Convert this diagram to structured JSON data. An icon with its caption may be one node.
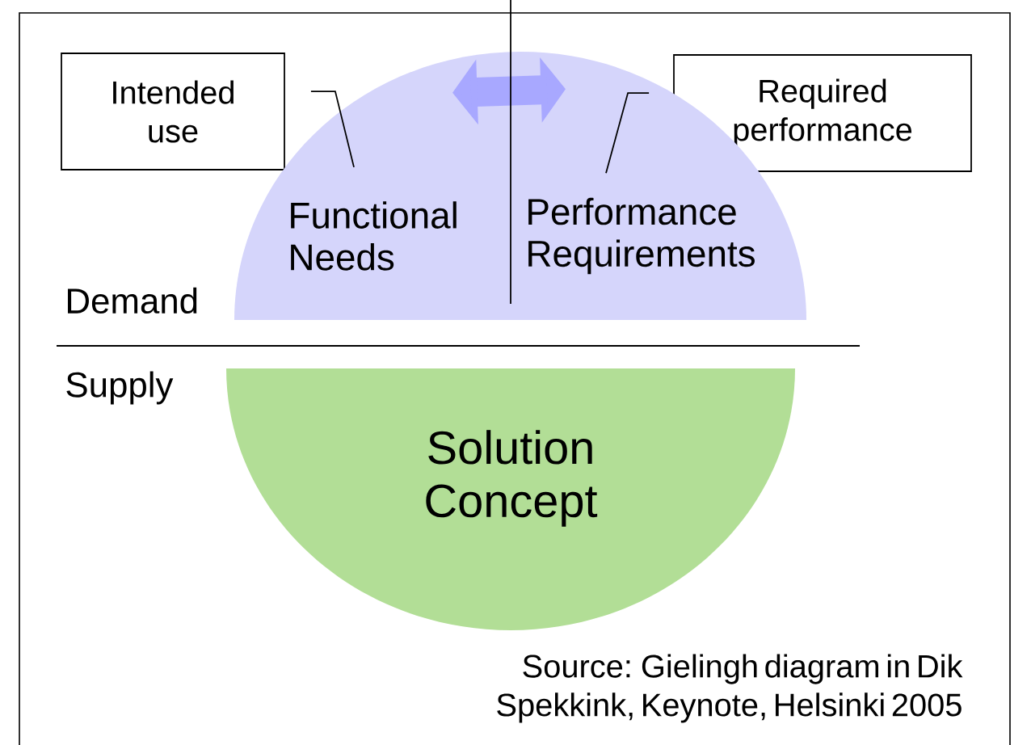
{
  "diagram": {
    "caption": "Source: Gielingh diagram in Dik Spekkink, Keynote, Helsinki 2005",
    "nodes": [
      {
        "text": [
          "Intended use"
        ]
      },
      {
        "text": [
          "Required performance"
        ]
      },
      {
        "text": [],
        "shape": "half-disc"
      },
      {
        "text": [
          "Functional Needs"
        ],
        "in": 2
      },
      {
        "text": [
          "Performance Requirements"
        ],
        "in": 2
      },
      {
        "text": [
          "Solution Concept"
        ]
      }
    ],
    "edges": [
      {
        "from": 0,
        "to": 3,
        "arrow": "none"
      },
      {
        "from": 1,
        "to": 4,
        "arrow": "none"
      },
      {
        "from": 3,
        "to": 4,
        "arrow": "both",
        "style": "thick",
        "color": "#a8a8ff"
      }
    ],
    "labels": [
      "Demand",
      "Supply"
    ]
  }
}
